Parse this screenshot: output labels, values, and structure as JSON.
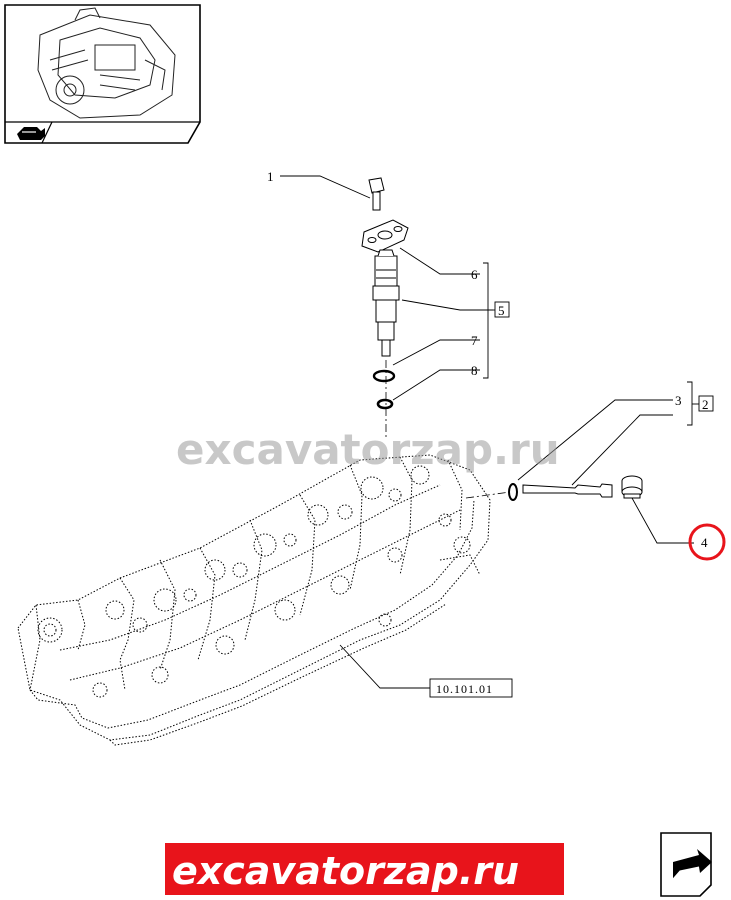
{
  "callouts": {
    "c1": "1",
    "c2": "2",
    "c3": "3",
    "c4": "4",
    "c5": "5",
    "c6": "6",
    "c7": "7",
    "c8": "8"
  },
  "reference": "10.101.01",
  "watermark": "excavatorzap.ru",
  "banner": "excavatorzap.ru",
  "colors": {
    "banner_bg": "#e8141b",
    "highlight_circle": "#e8141b",
    "watermark": "#9a9a9a"
  },
  "icons": {
    "thumbnail": "engine-thumbnail-icon",
    "book": "book-arrow-icon",
    "next": "next-page-arrow-icon"
  }
}
